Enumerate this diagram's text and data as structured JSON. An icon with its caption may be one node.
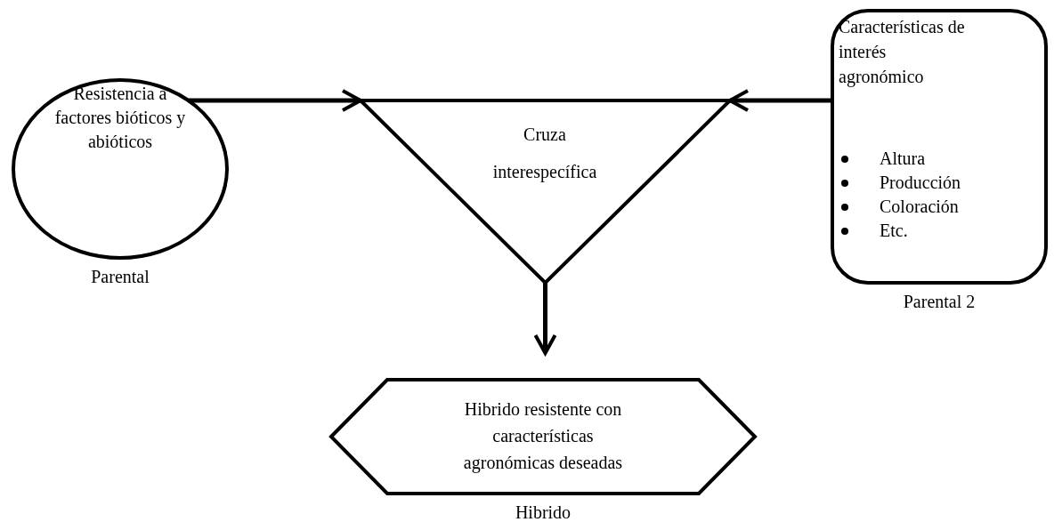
{
  "diagram": {
    "nodes": [
      {
        "text": [
          "Resistencia a factores bióticos y abióticos"
        ],
        "beside": [
          "Parental"
        ]
      },
      {
        "text": [
          "Cruza interespecífica"
        ]
      },
      {
        "text": [
          "Características de interés agronómico",
          "Altura",
          "Producción",
          "Coloración",
          "Etc."
        ],
        "beside": [
          "Parental 2"
        ]
      },
      {
        "text": [
          "Hibrido resistente con características agronómicas deseadas"
        ],
        "beside": [
          "Hibrido"
        ]
      }
    ],
    "edges": [
      {
        "from": 0,
        "to": 1,
        "arrow": "to"
      },
      {
        "from": 2,
        "to": 1,
        "arrow": "to"
      },
      {
        "from": 1,
        "to": 3,
        "arrow": "to"
      }
    ]
  }
}
